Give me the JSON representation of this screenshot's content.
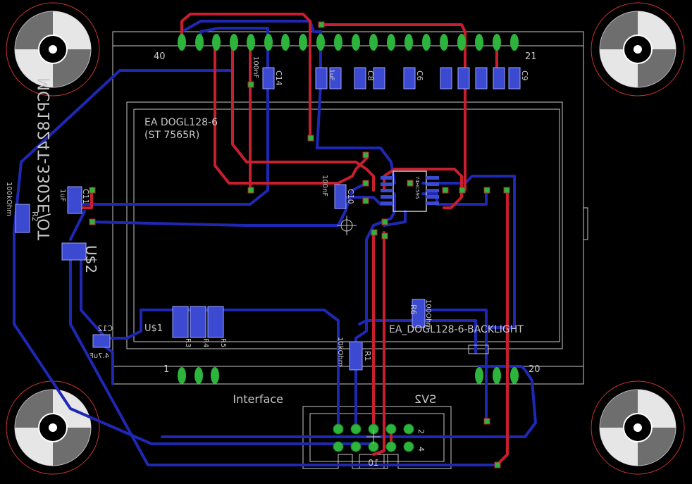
{
  "colors": {
    "background": "#000000",
    "outline": "#c8c8c8",
    "top_copper": "#c81e2d",
    "bottom_copper": "#1e28b4",
    "pad": "#2db43c",
    "via": "#2db43c",
    "smd": "#3c4ad2",
    "hole_ring": "#c83232",
    "text": "#c8c8c8"
  },
  "labels": {
    "display_name": "EA DOGL128-6",
    "controller": "(ST 7565R)",
    "pin_40": "40",
    "pin_21": "21",
    "pin_1": "1",
    "pin_20": "20",
    "backlight": "EA_DOGL128-6-BACKLIGHT",
    "connector_name": "Interface",
    "connector_ref": "SV2",
    "connector_value": "10",
    "pin_2": "2",
    "pin_4": "4",
    "board_part": "MCP1824T-3302E/OT",
    "ic_ref": "U$2",
    "cap_c11": "C11",
    "cap_c11_val": "1uF",
    "res_r2": "R2",
    "res_r2_val": "100kOhm",
    "cap_c12": "C12",
    "cap_c12_val": "4.7uF",
    "u1_ref": "U$1",
    "r3": "R3",
    "r4": "R4",
    "r5": "R5",
    "r6": "R6",
    "r6_val": "100Ohm",
    "r1": "R1",
    "r1_val": "10kOhm",
    "c10": "C10",
    "c10_val": "100nF",
    "c14": "C14",
    "c14_val": "100nF",
    "cap_val_1uf": "1uF",
    "c8": "C8",
    "c6": "C6",
    "c9": "C9",
    "ic_marking": "74HC595"
  }
}
